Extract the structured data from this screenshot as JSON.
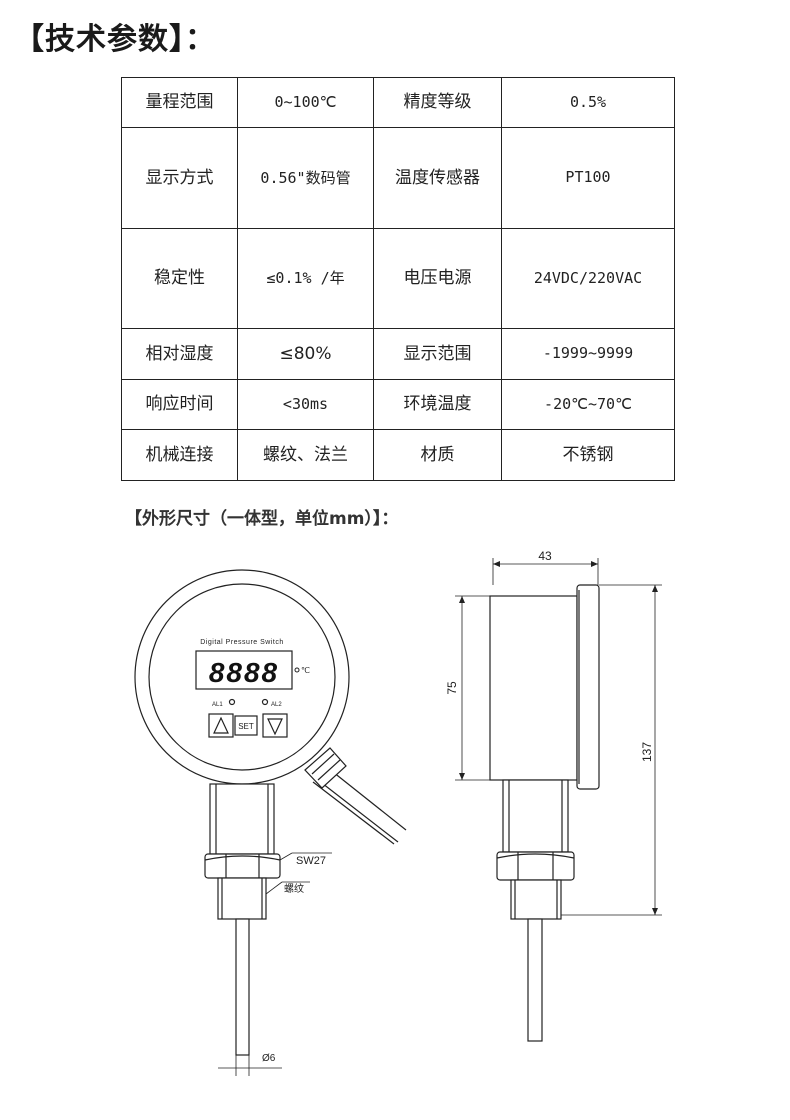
{
  "title": "【技术参数】：",
  "specs": {
    "rows": [
      [
        "量程范围",
        "0~100℃",
        "精度等级",
        "0.5%"
      ],
      [
        "显示方式",
        "0.56\"数码管",
        "温度传感器",
        "PT100"
      ],
      [
        "稳定性",
        "≤0.1% /年",
        "电压电源",
        "24VDC/220VAC"
      ],
      [
        "相对湿度",
        "≤80%",
        "显示范围",
        "-1999~9999"
      ],
      [
        "响应时间",
        "<30ms",
        "环境温度",
        "-20℃~70℃"
      ],
      [
        "机械连接",
        "螺纹、法兰",
        "材质",
        "不锈钢"
      ]
    ]
  },
  "dimensions": {
    "heading": "【外形尺寸（一体型，单位mm）】：",
    "front": {
      "panel_text": "Digital Pressure Switch",
      "digits": "8888",
      "unit": "℃",
      "al1": "AL1",
      "al2": "AL2",
      "up_symbol": "△",
      "set_label": "SET",
      "down_symbol": "▽",
      "wrench_label": "SW27",
      "thread_label": "螺纹",
      "diameter_label": "Ø6"
    },
    "side": {
      "width_label": "43",
      "height_label": "75",
      "total_label": "137"
    }
  }
}
